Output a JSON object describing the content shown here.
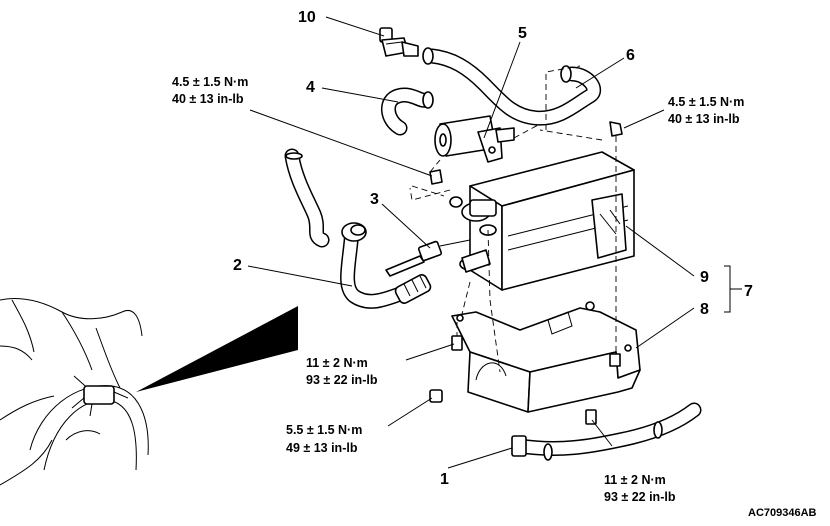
{
  "diagram": {
    "callouts": {
      "c1": "1",
      "c2": "2",
      "c3": "3",
      "c4": "4",
      "c5": "5",
      "c6": "6",
      "c7": "7",
      "c8": "8",
      "c9": "9",
      "c10": "10"
    },
    "torques": {
      "t1": {
        "nm": "4.5 ± 1.5 N·m",
        "inlb": "40 ± 13 in-lb"
      },
      "t2": {
        "nm": "4.5 ± 1.5 N·m",
        "inlb": "40 ± 13 in-lb"
      },
      "t3": {
        "nm": "11 ± 2 N·m",
        "inlb": "93 ± 22 in-lb"
      },
      "t4": {
        "nm": "5.5 ± 1.5 N·m",
        "inlb": "49 ± 13 in-lb"
      },
      "t5": {
        "nm": "11 ± 2 N·m",
        "inlb": "93 ± 22 in-lb"
      }
    },
    "figure_code": "AC709346AB"
  }
}
